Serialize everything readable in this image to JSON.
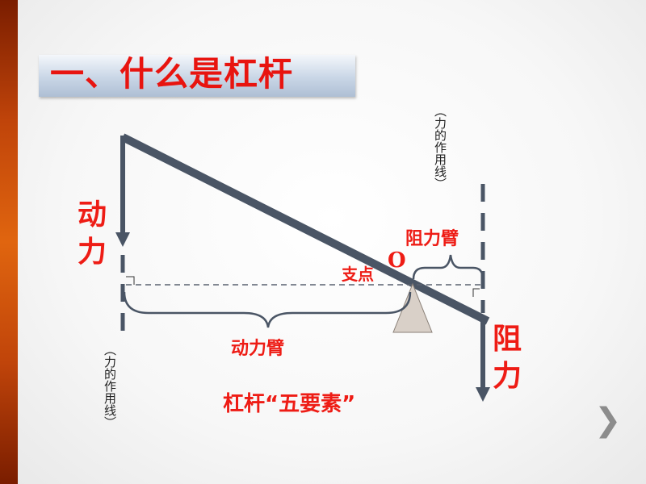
{
  "title": "一、什么是杠杆",
  "labels": {
    "effort": "动力",
    "load": "阻力",
    "effort_arm": "动力臂",
    "load_arm": "阻力臂",
    "fulcrum": "支点",
    "fulcrum_letter": "O",
    "line_of_action_left": "（力的作用线）",
    "line_of_action_right": "（力的作用线）",
    "five_elements": "杠杆“五要素”"
  },
  "navigation": {
    "next_symbol": "❯"
  },
  "colors": {
    "title_red": "#e8140f",
    "label_red": "#ee1c15",
    "lever": "#4a5565",
    "fulcrum_fill": "#d9d0c8",
    "dashed": "#5a6270"
  }
}
